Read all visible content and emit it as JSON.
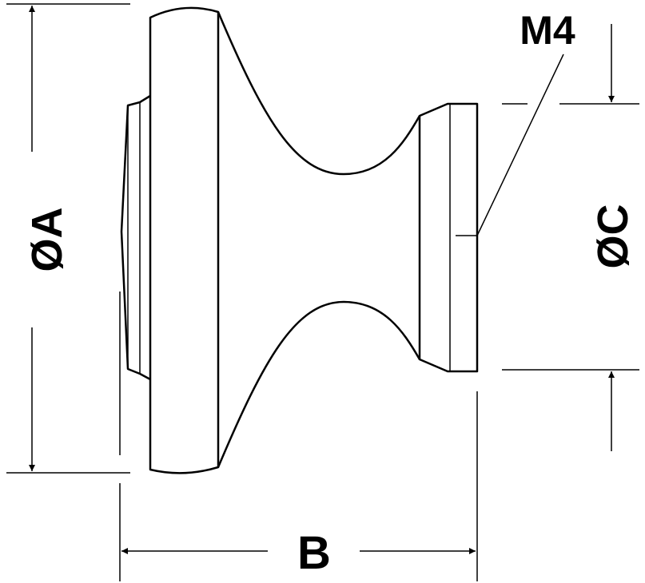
{
  "labels": {
    "diameter_a": "ØA",
    "length_b": "B",
    "diameter_c": "ØC",
    "thread": "M4"
  },
  "colors": {
    "line": "#000000",
    "background": "#ffffff"
  }
}
